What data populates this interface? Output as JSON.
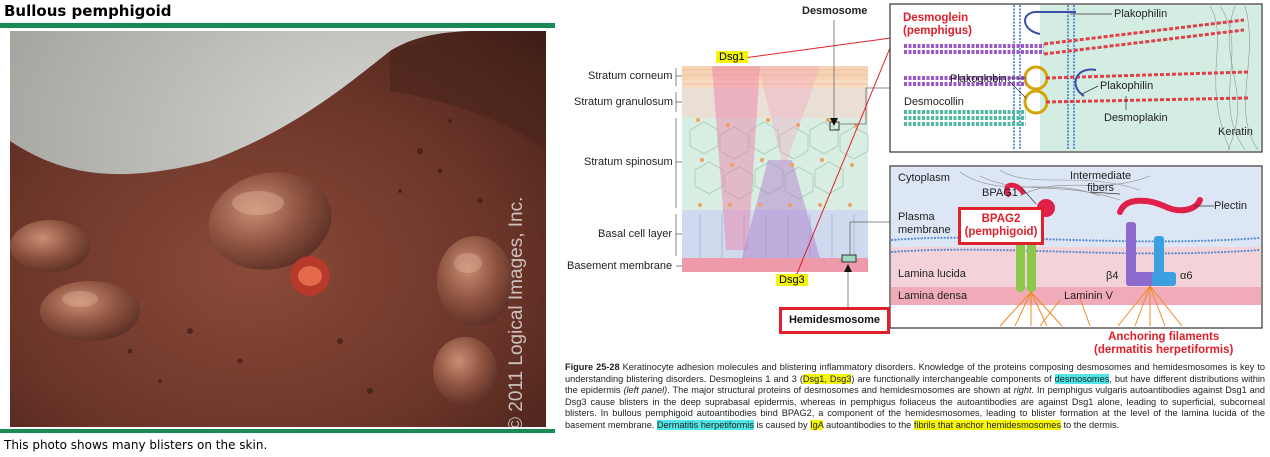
{
  "photo_panel": {
    "title": "Bullous pemphigoid",
    "watermark": "© 2011 Logical Images, Inc.",
    "caption": "This photo shows many blisters on the skin."
  },
  "left_diagram": {
    "layers": [
      "Stratum corneum",
      "Stratum granulosum",
      "Stratum spinosum",
      "Basal cell layer",
      "Basement membrane"
    ],
    "dsg1": "Dsg1",
    "dsg3": "Dsg3",
    "desmosome": "Desmosome",
    "hemidesmosome": "Hemidesmosome"
  },
  "desmosome_panel": {
    "desmoglein": "Desmoglein",
    "desmoglein_sub": "(pemphigus)",
    "plakophilin_top": "Plakophilin",
    "plakoglobin": "Plakoglobin",
    "plakophilin_mid": "Plakophilin",
    "desmocollin": "Desmocollin",
    "desmoplakin": "Desmoplakin",
    "keratin": "Keratin"
  },
  "hemidesmosome_panel": {
    "cytoplasm": "Cytoplasm",
    "intermediate": "Intermediate",
    "fibers": "fibers",
    "bpag1": "BPAG1",
    "plectin": "Plectin",
    "plasma": "Plasma",
    "membrane": "membrane",
    "bpag2": "BPAG2",
    "bpag2_sub": "(pemphigoid)",
    "lamina_lucida": "Lamina lucida",
    "lamina_densa": "Lamina densa",
    "laminin": "Laminin V",
    "beta4": "β4",
    "alpha6": "α6",
    "anchoring": "Anchoring filaments",
    "anchoring_sub": "(dermatitis herpetiformis)"
  },
  "figure_caption": {
    "label": "Figure 25-28",
    "p1": " Keratinocyte adhesion molecules and blistering inflammatory disorders. Knowledge of the proteins composing desmosomes and hemidesmosomes is key to understanding blistering disorders. Desmogleins 1 and 3 (",
    "hl_dsg": "Dsg1, Dsg3",
    "p2": ") are functionally interchangeable components of ",
    "hl_desmosomes": "desmosomes",
    "p3": ", but have different distributions within the epidermis ",
    "left_panel": "(left panel)",
    "p4": ". The major structural proteins of desmosomes and hemidesmosomes are shown at ",
    "right": "right",
    "p5": ". In pemphigus vulgaris autoantibodies against Dsg1 and Dsg3 cause blisters in the deep suprabasal epidermis, whereas in pemphigus foliaceus the autoantibodies are against Dsg1 alone, leading to superficial, subcorneal blisters. In bullous pemphigoid autoantibodies bind BPAG2, a component of the hemidesmosomes, leading to blister formation at the level of the lamina lucida of the basement membrane. ",
    "hl_dh": "Dermatitis herpetiformis",
    "p6": " is caused by ",
    "hl_iga": "IgA",
    "p7": " autoantibodies to the ",
    "hl_fibrils": "fibrils that anchor hemidesmosomes",
    "p8": " to the dermis."
  },
  "colors": {
    "green_bar": "#1a8a55",
    "red": "#e0202a",
    "highlight_yellow": "#f5f50a",
    "highlight_cyan": "#4ee6e6"
  }
}
